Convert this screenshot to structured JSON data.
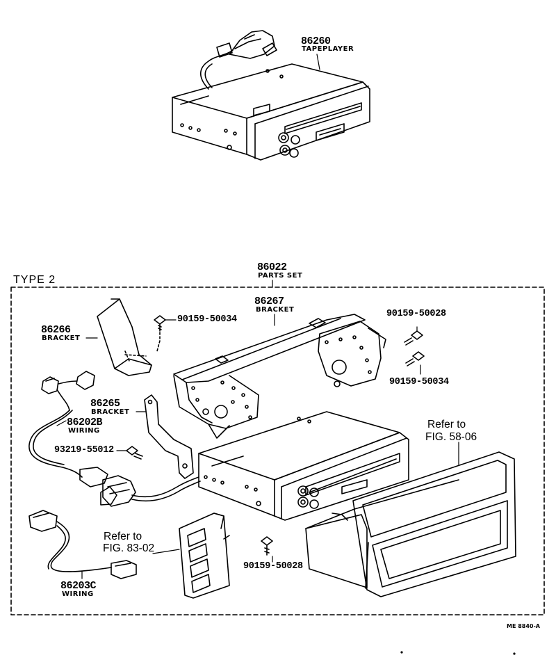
{
  "top_assembly": {
    "part_number": "86260",
    "part_name": "TAPEPLAYER"
  },
  "type_box": {
    "title": "TYPE  2",
    "parts_set": {
      "part_number": "86022",
      "part_name": "PARTS SET"
    }
  },
  "parts": [
    {
      "id": "bracket-86267",
      "part_number": "86267",
      "part_name": "BRACKET"
    },
    {
      "id": "bracket-86266",
      "part_number": "86266",
      "part_name": "BRACKET"
    },
    {
      "id": "bracket-86265",
      "part_number": "86265",
      "part_name": "BRACKET"
    },
    {
      "id": "wiring-86202b",
      "part_number": "86202B",
      "part_name": "WIRING"
    },
    {
      "id": "wiring-86203c",
      "part_number": "86203C",
      "part_name": "WIRING"
    }
  ],
  "fasteners": {
    "screw_top": "90159-50034",
    "screw_right_upper": "90159-50028",
    "screw_right_lower": "90159-50034",
    "screw_left": "93219-55012",
    "screw_bottom": "90159-50028"
  },
  "references": {
    "ref_fig_58": {
      "line1": "Refer to",
      "line2": "FIG. 58-06"
    },
    "ref_fig_83": {
      "line1": "Refer to",
      "line2": "FIG. 83-02"
    }
  },
  "footer_code": "ME  8840-A",
  "colors": {
    "ink": "#000000",
    "paper": "#ffffff"
  }
}
